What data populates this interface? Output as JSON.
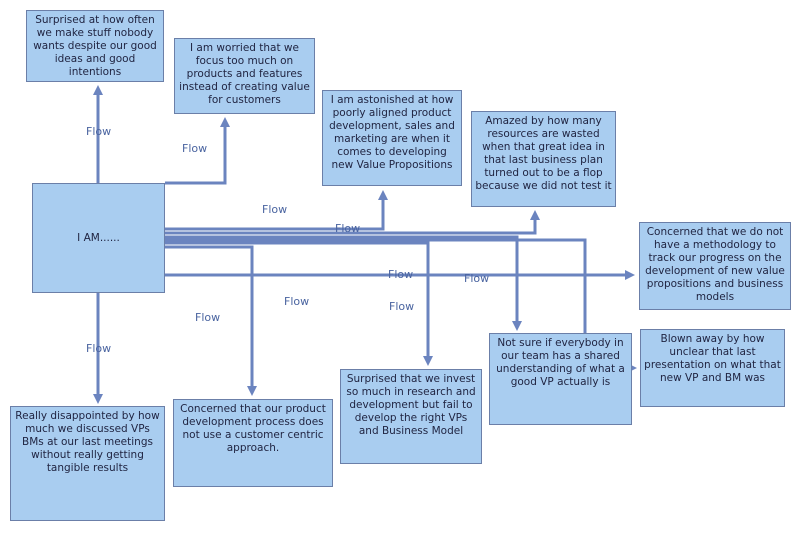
{
  "diagram": {
    "center": {
      "label": "I AM......"
    },
    "nodes": [
      {
        "id": "n1",
        "text": "Surprised at how often we make stuff nobody wants despite our good ideas and good intentions"
      },
      {
        "id": "n2",
        "text": "I am worried that we focus too much on products and features instead of creating value for customers"
      },
      {
        "id": "n3",
        "text": "I am astonished at how poorly aligned product development, sales and marketing are when it comes to developing new Value Propositions"
      },
      {
        "id": "n4",
        "text": "Amazed by how many resources are wasted when that great idea in that last business plan turned out to be a flop because we did not test it"
      },
      {
        "id": "n5",
        "text": "Concerned that we do not have a methodology to track our progress on the development of new value propositions and business models"
      },
      {
        "id": "n6",
        "text": "Blown away by how unclear that last presentation on what that new VP and BM was"
      },
      {
        "id": "n7",
        "text": "Not sure if everybody in our team has a shared understanding of what a good VP actually is"
      },
      {
        "id": "n8",
        "text": "Surprised that we invest so much in research and development but fail to develop the right VPs and Business Model"
      },
      {
        "id": "n9",
        "text": "Concerned that our product development process does not use a customer centric approach."
      },
      {
        "id": "n10",
        "text": "Really disappointed by how much we discussed VPs BMs at our last meetings without really getting tangible results"
      }
    ],
    "flow_labels": [
      "Flow",
      "Flow",
      "Flow",
      "Flow",
      "Flow",
      "Flow",
      "Flow",
      "Flow",
      "Flow",
      "Flow"
    ]
  },
  "colors": {
    "node_fill": "#a9cdf0",
    "node_border": "#6b7fa8",
    "edge": "#6b84bf",
    "label": "#4a64a0"
  }
}
